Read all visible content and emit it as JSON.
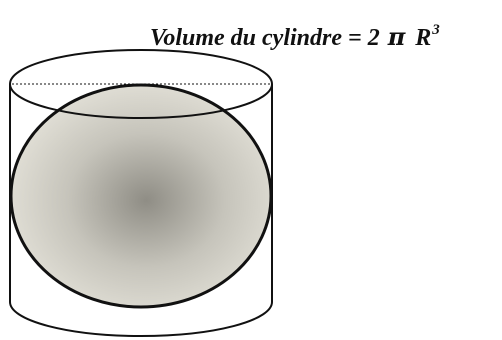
{
  "formula": {
    "label": "Volume du cylindre",
    "equals": " = 2",
    "pi": "π",
    "variable": "R",
    "exponent": "3"
  },
  "diagram": {
    "shapes": [
      "cylinder",
      "sphere"
    ],
    "colors": {
      "outline": "#111111",
      "sphere_light": "#e2e0d7",
      "sphere_dark": "#8f8d85",
      "background": "#ffffff"
    }
  }
}
